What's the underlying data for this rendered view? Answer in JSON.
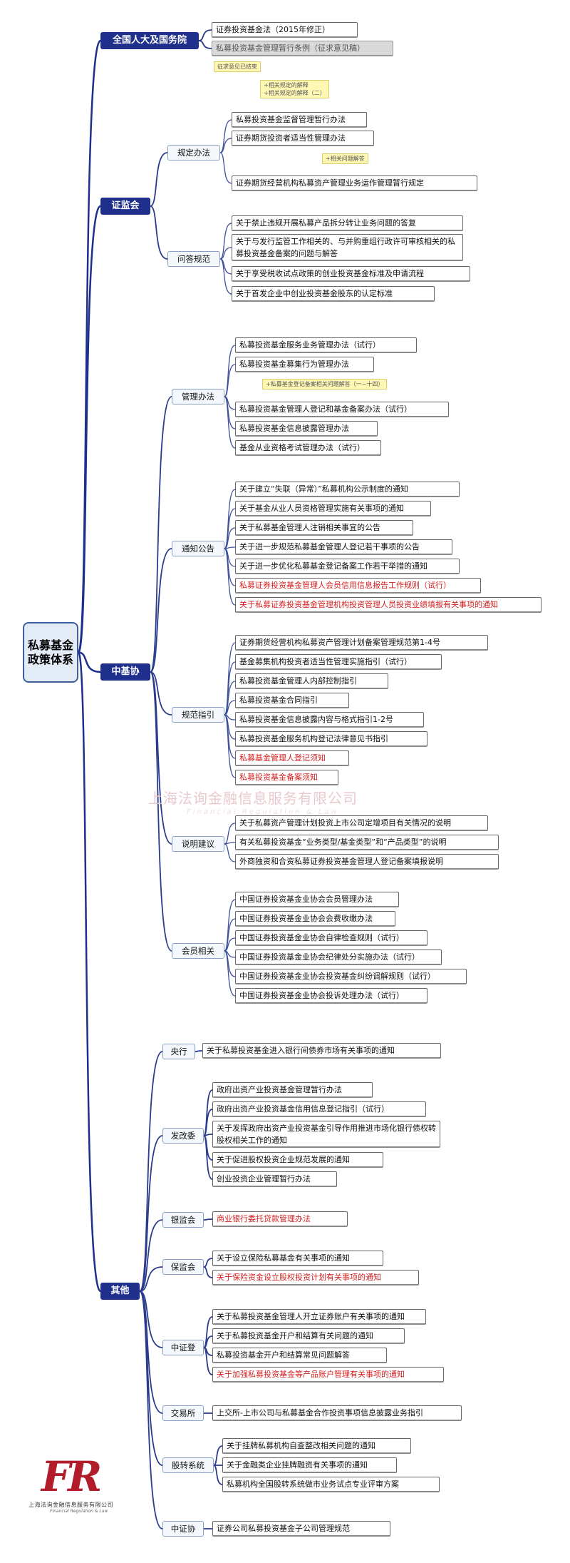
{
  "root": "私募基金政策体系",
  "watermark": {
    "logo": "FR",
    "line1": "上海法询金融信息服务有限公司",
    "line2": "Financial Regulation & Law"
  },
  "logo": {
    "mark": "FR",
    "company": "上海法询金融信息服务有限公司",
    "tagline": "Financial Regulation & Law"
  },
  "branches": {
    "npc": {
      "label": "全国人大及国务院",
      "leaves": [
        "证券投资基金法（2015年修正）",
        "私募投资基金管理暂行条例（征求意见稿）"
      ],
      "note": "征求意见已结束"
    },
    "csrc": {
      "label": "证监会",
      "rules": {
        "label": "规定办法",
        "note": "+相关规定的解释\n+相关规定的解释（二）",
        "leaves": [
          "私募投资基金监督管理暂行办法",
          "证券期货投资者适当性管理办法",
          "证券期货经营机构私募资产管理业务运作管理暂行规定"
        ],
        "note2": "+相关问题解答"
      },
      "qa": {
        "label": "问答规范",
        "leaves": [
          "关于禁止违规开展私募产品拆分转让业务问题的答复",
          "关于与发行监管工作相关的、与并购重组行政许可审核相关的私募投资基金备案的问题与解答",
          "关于享受税收试点政策的创业投资基金标准及申请流程",
          "关于首发企业中创业投资基金股东的认定标准"
        ]
      }
    },
    "amac": {
      "label": "中基协",
      "measures": {
        "label": "管理办法",
        "note": "+私募基金登记备案相关问题解答（一~十四）",
        "leaves": [
          "私募投资基金服务业务管理办法（试行）",
          "私募投资基金募集行为管理办法",
          "私募投资基金管理人登记和基金备案办法（试行）",
          "私募投资基金信息披露管理办法",
          "基金从业资格考试管理办法（试行）"
        ]
      },
      "notices": {
        "label": "通知公告",
        "leaves": [
          "关于建立“失联（异常）”私募机构公示制度的通知",
          "关于基金从业人员资格管理实施有关事项的通知",
          "关于私募基金管理人注销相关事宜的公告",
          "关于进一步规范私募基金管理人登记若干事项的公告",
          "关于进一步优化私募基金登记备案工作若干举措的通知",
          "私募证券投资基金管理人会员信用信息报告工作规则（试行）",
          "关于私募证券投资基金管理机构投资管理人员投资业绩填报有关事项的通知"
        ]
      },
      "guides": {
        "label": "规范指引",
        "leaves": [
          "证券期货经营机构私募资产管理计划备案管理规范第1-4号",
          "基金募集机构投资者适当性管理实施指引（试行）",
          "私募投资基金管理人内部控制指引",
          "私募投资基金合同指引",
          "私募投资基金信息披露内容与格式指引1-2号",
          "私募投资基金服务机构登记法律意见书指引",
          "私募基金管理人登记须知",
          "私募投资基金备案须知"
        ]
      },
      "advice": {
        "label": "说明建议",
        "leaves": [
          "关于私募资产管理计划投资上市公司定增项目有关情况的说明",
          "有关私募投资基金“业务类型/基金类型”和“产品类型”的说明",
          "外商独资和合资私募证券投资基金管理人登记备案填报说明"
        ]
      },
      "members": {
        "label": "会员相关",
        "leaves": [
          "中国证券投资基金业协会会员管理办法",
          "中国证券投资基金业协会会费收缴办法",
          "中国证券投资基金业协会自律检查规则（试行）",
          "中国证券投资基金业协会纪律处分实施办法（试行）",
          "中国证券投资基金业协会投资基金纠纷调解规则（试行）",
          "中国证券投资基金业协会投诉处理办法（试行）"
        ]
      }
    },
    "other": {
      "label": "其他",
      "pbc": {
        "label": "央行",
        "leaves": [
          "关于私募投资基金进入银行间债券市场有关事项的通知"
        ]
      },
      "ndrc": {
        "label": "发改委",
        "leaves": [
          "政府出资产业投资基金管理暂行办法",
          "政府出资产业投资基金信用信息登记指引（试行）",
          "关于发挥政府出资产业投资基金引导作用推进市场化银行债权转股权相关工作的通知",
          "关于促进股权投资企业规范发展的通知",
          "创业投资企业管理暂行办法"
        ]
      },
      "cbrc": {
        "label": "银监会",
        "leaves": [
          "商业银行委托贷款管理办法"
        ]
      },
      "circ": {
        "label": "保监会",
        "leaves": [
          "关于设立保险私募基金有关事项的通知",
          "关于保险资金设立股权投资计划有关事项的通知"
        ]
      },
      "csdc": {
        "label": "中证登",
        "leaves": [
          "关于私募投资基金管理人开立证券账户有关事项的通知",
          "关于私募投资基金开户和结算有关问题的通知",
          "私募投资基金开户和结算常见问题解答",
          "关于加强私募投资基金等产品账户管理有关事项的通知"
        ]
      },
      "sse": {
        "label": "交易所",
        "leaves": [
          "上交所-上市公司与私募基金合作投资事项信息披露业务指引"
        ]
      },
      "neeq": {
        "label": "股转系统",
        "leaves": [
          "关于挂牌私募机构自查整改相关问题的通知",
          "关于金融类企业挂牌融资有关事项的通知",
          "私募机构全国股转系统做市业务试点专业评审方案"
        ]
      },
      "sac": {
        "label": "中证协",
        "leaves": [
          "证券公司私募投资基金子公司管理规范"
        ]
      }
    }
  }
}
